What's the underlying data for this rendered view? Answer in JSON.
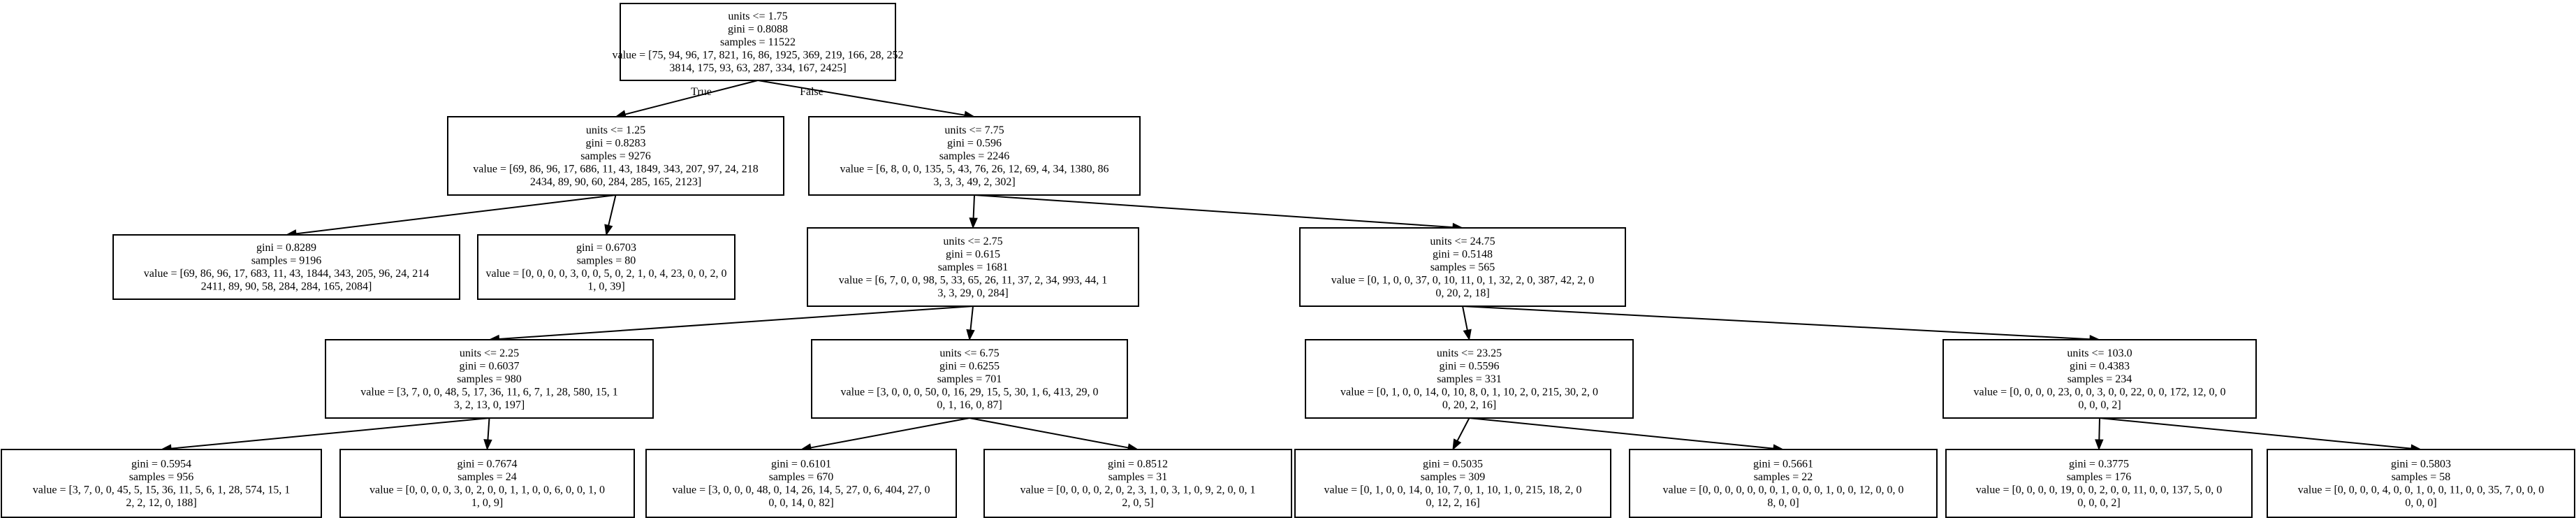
{
  "tree": {
    "nodes": [
      {
        "id": "n0",
        "lines": [
          "units <= 1.75",
          "gini = 0.8088",
          "samples = 11522",
          "value = [75, 94, 96, 17, 821, 16, 86, 1925, 369, 219, 166, 28, 252",
          "3814, 175, 93, 63, 287, 334, 167, 2425]"
        ]
      },
      {
        "id": "n1",
        "lines": [
          "units <= 1.25",
          "gini = 0.8283",
          "samples = 9276",
          "value = [69, 86, 96, 17, 686, 11, 43, 1849, 343, 207, 97, 24, 218",
          "2434, 89, 90, 60, 284, 285, 165, 2123]"
        ]
      },
      {
        "id": "n2",
        "lines": [
          "units <= 7.75",
          "gini = 0.596",
          "samples = 2246",
          "value = [6, 8, 0, 0, 135, 5, 43, 76, 26, 12, 69, 4, 34, 1380, 86",
          "3, 3, 3, 49, 2, 302]"
        ]
      },
      {
        "id": "n3",
        "lines": [
          "gini = 0.8289",
          "samples = 9196",
          "value = [69, 86, 96, 17, 683, 11, 43, 1844, 343, 205, 96, 24, 214",
          "2411, 89, 90, 58, 284, 284, 165, 2084]"
        ]
      },
      {
        "id": "n4",
        "lines": [
          "gini = 0.6703",
          "samples = 80",
          "value = [0, 0, 0, 0, 3, 0, 0, 5, 0, 2, 1, 0, 4, 23, 0, 0, 2, 0",
          "1, 0, 39]"
        ]
      },
      {
        "id": "n5",
        "lines": [
          "units <= 2.75",
          "gini = 0.615",
          "samples = 1681",
          "value = [6, 7, 0, 0, 98, 5, 33, 65, 26, 11, 37, 2, 34, 993, 44, 1",
          "3, 3, 29, 0, 284]"
        ]
      },
      {
        "id": "n6",
        "lines": [
          "units <= 24.75",
          "gini = 0.5148",
          "samples = 565",
          "value = [0, 1, 0, 0, 37, 0, 10, 11, 0, 1, 32, 2, 0, 387, 42, 2, 0",
          "0, 20, 2, 18]"
        ]
      },
      {
        "id": "n7",
        "lines": [
          "units <= 2.25",
          "gini = 0.6037",
          "samples = 980",
          "value = [3, 7, 0, 0, 48, 5, 17, 36, 11, 6, 7, 1, 28, 580, 15, 1",
          "3, 2, 13, 0, 197]"
        ]
      },
      {
        "id": "n8",
        "lines": [
          "units <= 6.75",
          "gini = 0.6255",
          "samples = 701",
          "value = [3, 0, 0, 0, 50, 0, 16, 29, 15, 5, 30, 1, 6, 413, 29, 0",
          "0, 1, 16, 0, 87]"
        ]
      },
      {
        "id": "n9",
        "lines": [
          "units <= 23.25",
          "gini = 0.5596",
          "samples = 331",
          "value = [0, 1, 0, 0, 14, 0, 10, 8, 0, 1, 10, 2, 0, 215, 30, 2, 0",
          "0, 20, 2, 16]"
        ]
      },
      {
        "id": "n10",
        "lines": [
          "units <= 103.0",
          "gini = 0.4383",
          "samples = 234",
          "value = [0, 0, 0, 0, 23, 0, 0, 3, 0, 0, 22, 0, 0, 172, 12, 0, 0",
          "0, 0, 0, 2]"
        ]
      },
      {
        "id": "n11",
        "lines": [
          "gini = 0.5954",
          "samples = 956",
          "value = [3, 7, 0, 0, 45, 5, 15, 36, 11, 5, 6, 1, 28, 574, 15, 1",
          "2, 2, 12, 0, 188]"
        ]
      },
      {
        "id": "n12",
        "lines": [
          "gini = 0.7674",
          "samples = 24",
          "value = [0, 0, 0, 0, 3, 0, 2, 0, 0, 1, 1, 0, 0, 6, 0, 0, 1, 0",
          "1, 0, 9]"
        ]
      },
      {
        "id": "n13",
        "lines": [
          "gini = 0.6101",
          "samples = 670",
          "value = [3, 0, 0, 0, 48, 0, 14, 26, 14, 5, 27, 0, 6, 404, 27, 0",
          "0, 0, 14, 0, 82]"
        ]
      },
      {
        "id": "n14",
        "lines": [
          "gini = 0.8512",
          "samples = 31",
          "value = [0, 0, 0, 0, 2, 0, 2, 3, 1, 0, 3, 1, 0, 9, 2, 0, 0, 1",
          "2, 0, 5]"
        ]
      },
      {
        "id": "n15",
        "lines": [
          "gini = 0.5035",
          "samples = 309",
          "value = [0, 1, 0, 0, 14, 0, 10, 7, 0, 1, 10, 1, 0, 215, 18, 2, 0",
          "0, 12, 2, 16]"
        ]
      },
      {
        "id": "n16",
        "lines": [
          "gini = 0.5661",
          "samples = 22",
          "value = [0, 0, 0, 0, 0, 0, 0, 1, 0, 0, 0, 1, 0, 0, 12, 0, 0, 0",
          "8, 0, 0]"
        ]
      },
      {
        "id": "n17",
        "lines": [
          "gini = 0.3775",
          "samples = 176",
          "value = [0, 0, 0, 0, 19, 0, 0, 2, 0, 0, 11, 0, 0, 137, 5, 0, 0",
          "0, 0, 0, 2]"
        ]
      },
      {
        "id": "n18",
        "lines": [
          "gini = 0.5803",
          "samples = 58",
          "value = [0, 0, 0, 0, 4, 0, 0, 1, 0, 0, 11, 0, 0, 35, 7, 0, 0, 0",
          "0, 0, 0]"
        ]
      }
    ],
    "edges": [
      {
        "from": "n0",
        "to": "n1",
        "label": "True"
      },
      {
        "from": "n0",
        "to": "n2",
        "label": "False"
      },
      {
        "from": "n1",
        "to": "n3",
        "label": ""
      },
      {
        "from": "n1",
        "to": "n4",
        "label": ""
      },
      {
        "from": "n2",
        "to": "n5",
        "label": ""
      },
      {
        "from": "n2",
        "to": "n6",
        "label": ""
      },
      {
        "from": "n5",
        "to": "n7",
        "label": ""
      },
      {
        "from": "n5",
        "to": "n8",
        "label": ""
      },
      {
        "from": "n6",
        "to": "n9",
        "label": ""
      },
      {
        "from": "n6",
        "to": "n10",
        "label": ""
      },
      {
        "from": "n7",
        "to": "n11",
        "label": ""
      },
      {
        "from": "n7",
        "to": "n12",
        "label": ""
      },
      {
        "from": "n8",
        "to": "n13",
        "label": ""
      },
      {
        "from": "n8",
        "to": "n14",
        "label": ""
      },
      {
        "from": "n9",
        "to": "n15",
        "label": ""
      },
      {
        "from": "n9",
        "to": "n16",
        "label": ""
      },
      {
        "from": "n10",
        "to": "n17",
        "label": ""
      },
      {
        "from": "n10",
        "to": "n18",
        "label": ""
      }
    ]
  }
}
